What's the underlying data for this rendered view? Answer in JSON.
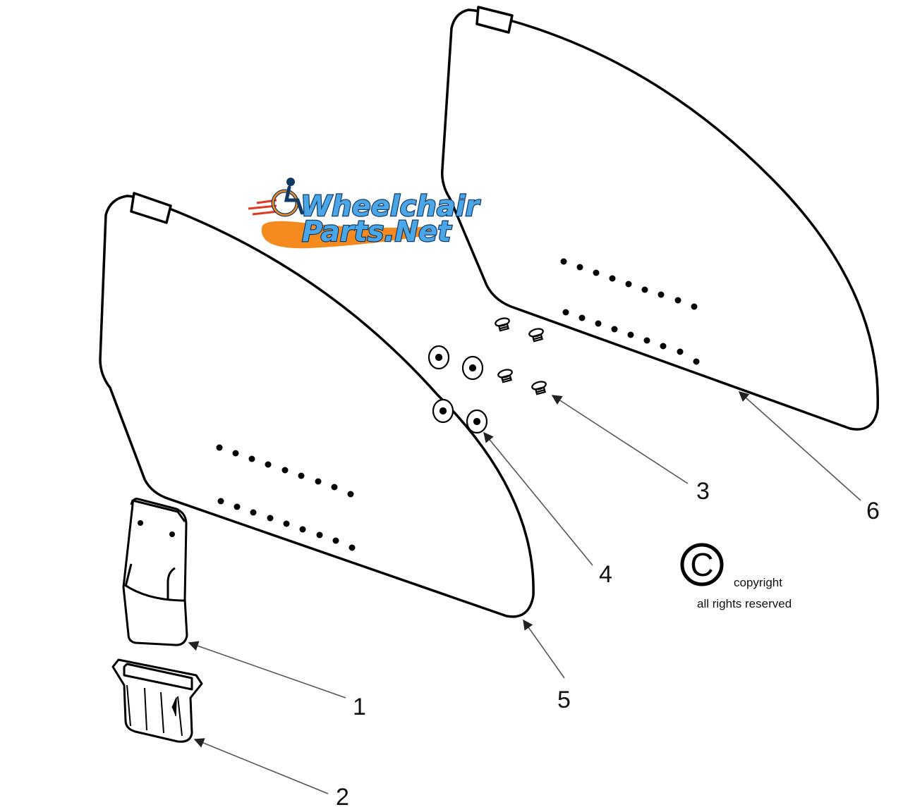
{
  "diagram": {
    "colors": {
      "line": "#000000",
      "leader": "#555555",
      "logo_blue": "#4aa6e6",
      "logo_orange": "#f58a1f",
      "logo_outline": "#103a66"
    },
    "logo": {
      "line1": "Wheelchair",
      "line2": "Parts.Net",
      "icon": "wheelchair-user-icon"
    },
    "callouts": [
      {
        "label": "1",
        "part": "receiver-bracket"
      },
      {
        "label": "2",
        "part": "receiver-insert"
      },
      {
        "label": "3",
        "part": "screw"
      },
      {
        "label": "4",
        "part": "washer"
      },
      {
        "label": "5",
        "part": "left-side-guard"
      },
      {
        "label": "6",
        "part": "right-side-guard"
      }
    ],
    "copyright": {
      "symbol": "C",
      "line1": "copyright",
      "line2": "all rights reserved",
      "icon": "copyright-icon"
    }
  }
}
